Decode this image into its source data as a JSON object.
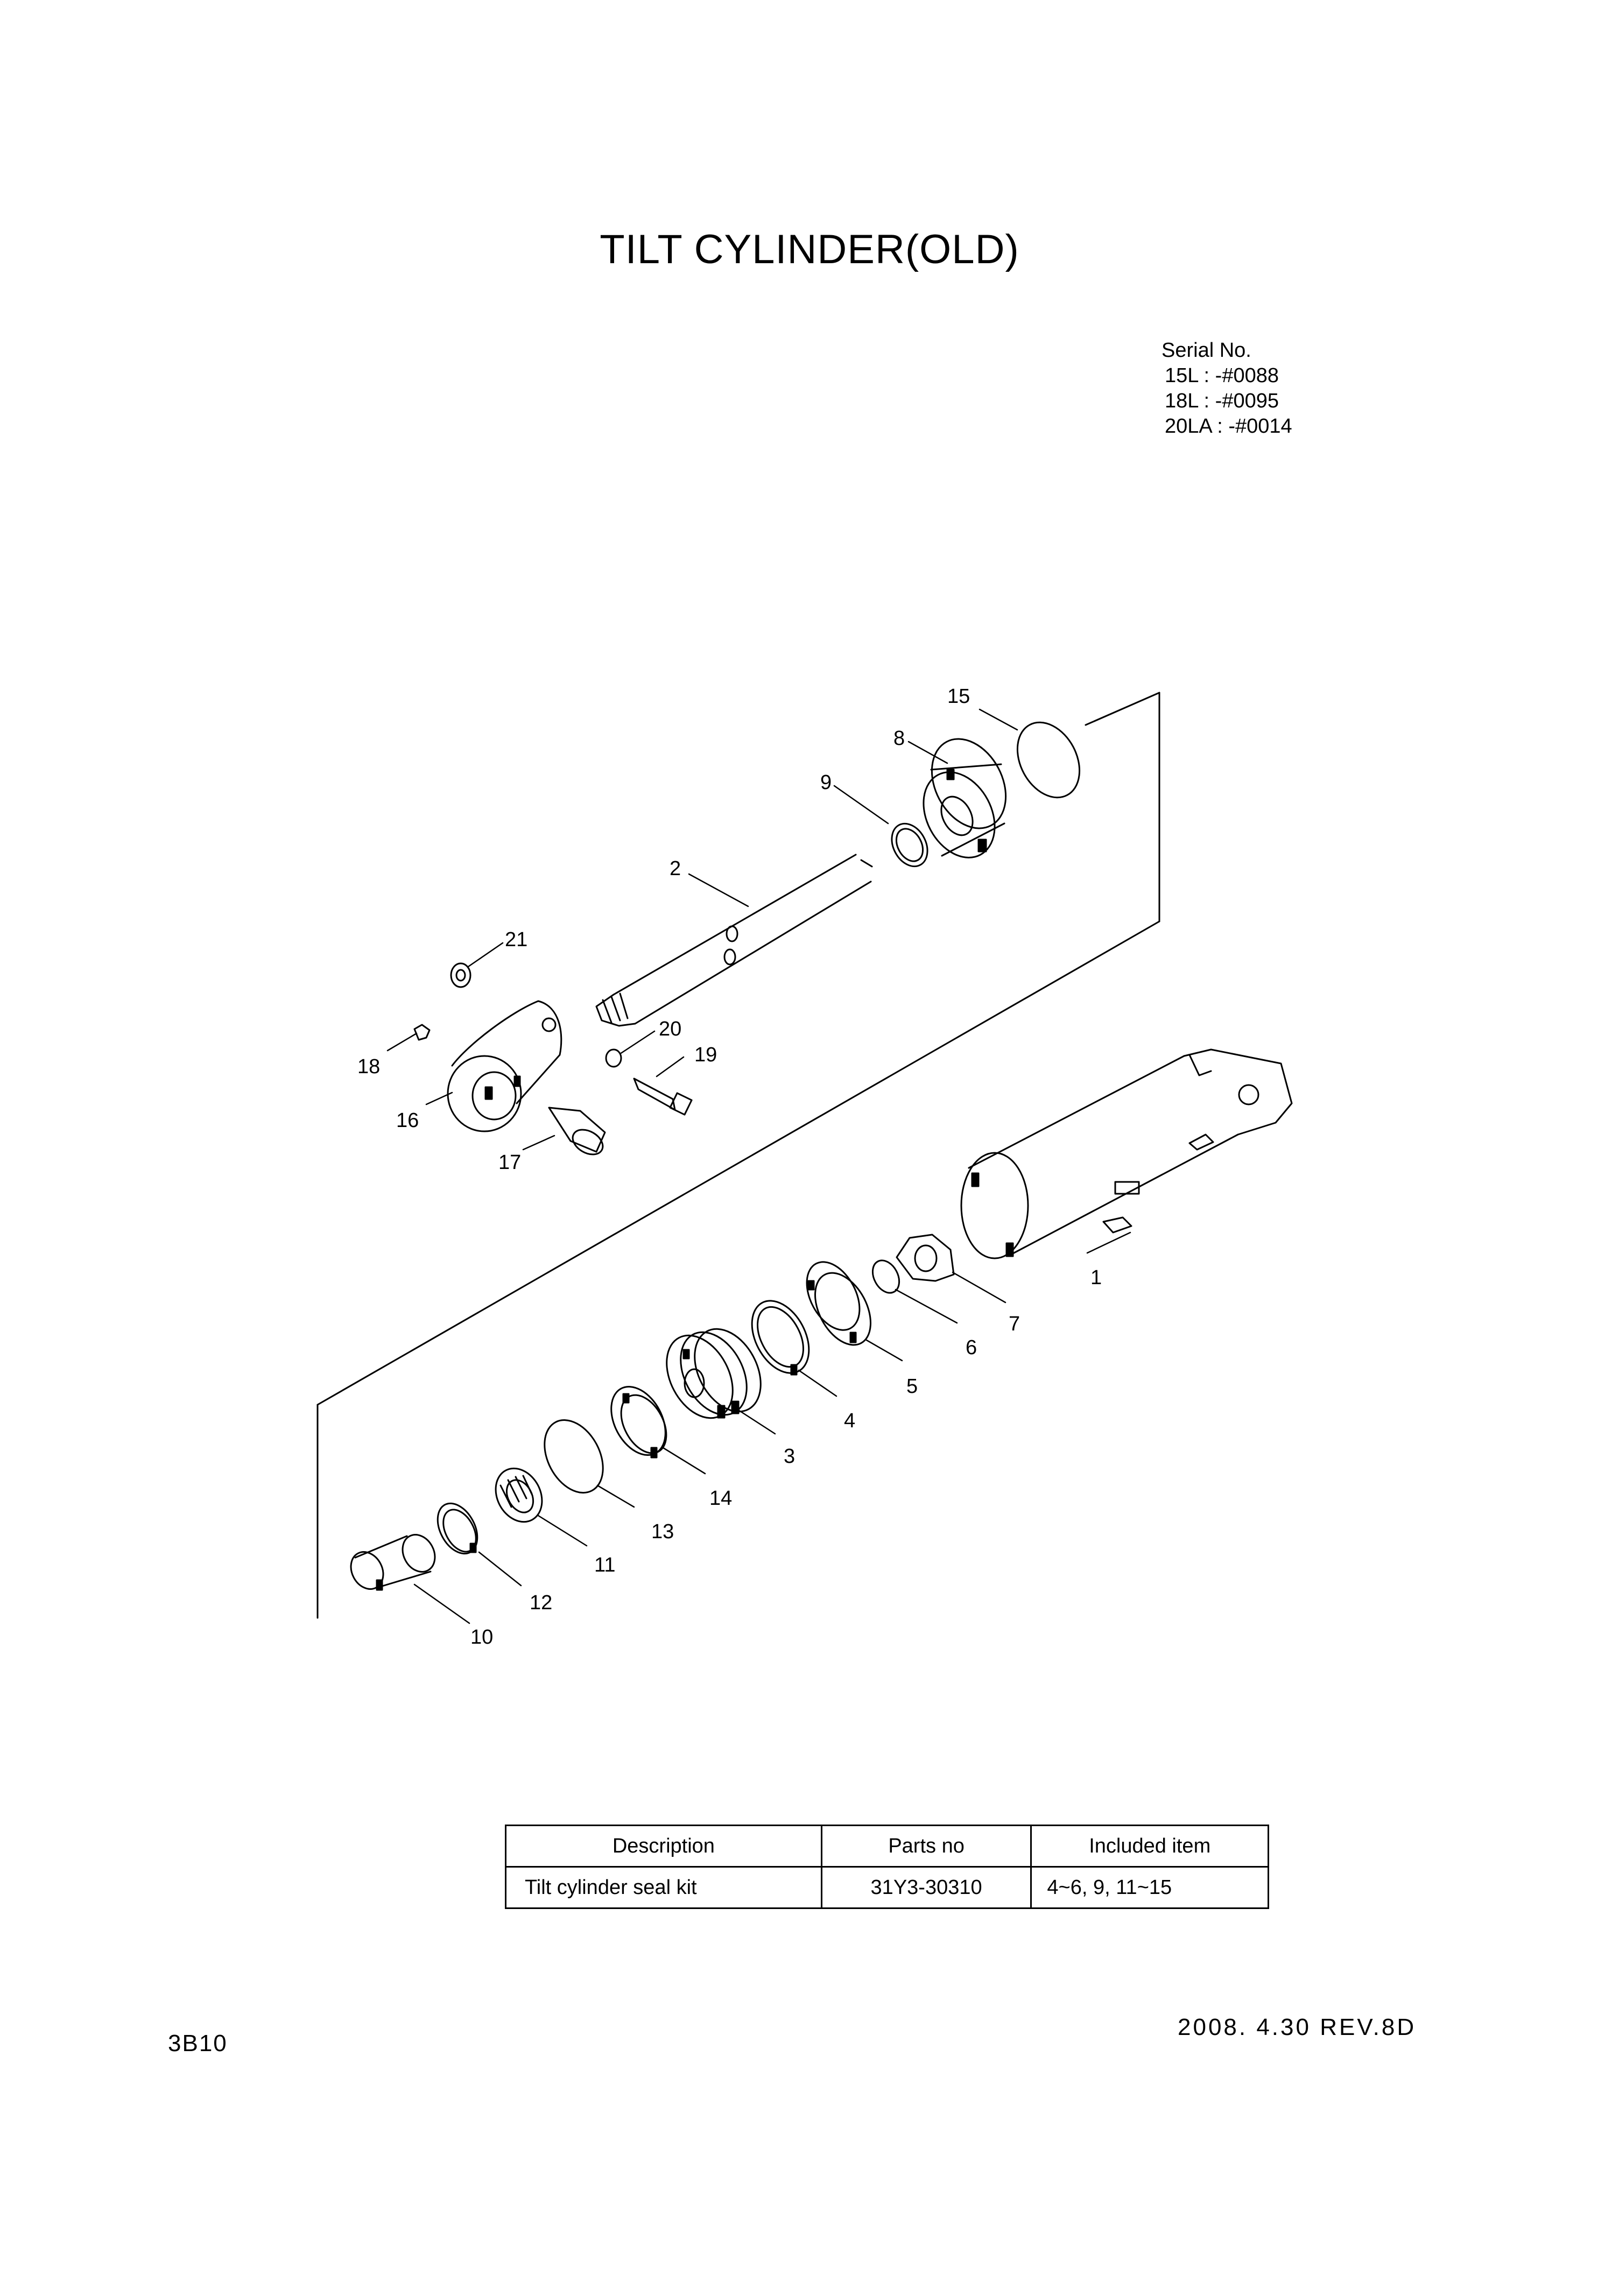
{
  "title": "TILT CYLINDER(OLD)",
  "serial": {
    "heading": "Serial No.",
    "lines": [
      "15L : -#0088",
      "18L : -#0095",
      "20LA : -#0014"
    ]
  },
  "callouts": [
    "1",
    "2",
    "3",
    "4",
    "5",
    "6",
    "7",
    "8",
    "9",
    "10",
    "11",
    "12",
    "13",
    "14",
    "15",
    "16",
    "17",
    "18",
    "19",
    "20",
    "21"
  ],
  "table": {
    "headers": [
      "Description",
      "Parts no",
      "Included item"
    ],
    "rows": [
      [
        "Tilt cylinder seal kit",
        "31Y3-30310",
        "4~6, 9, 11~15"
      ]
    ]
  },
  "footer": {
    "code": "3B10",
    "date_rev": "2008. 4.30  REV.8D"
  }
}
